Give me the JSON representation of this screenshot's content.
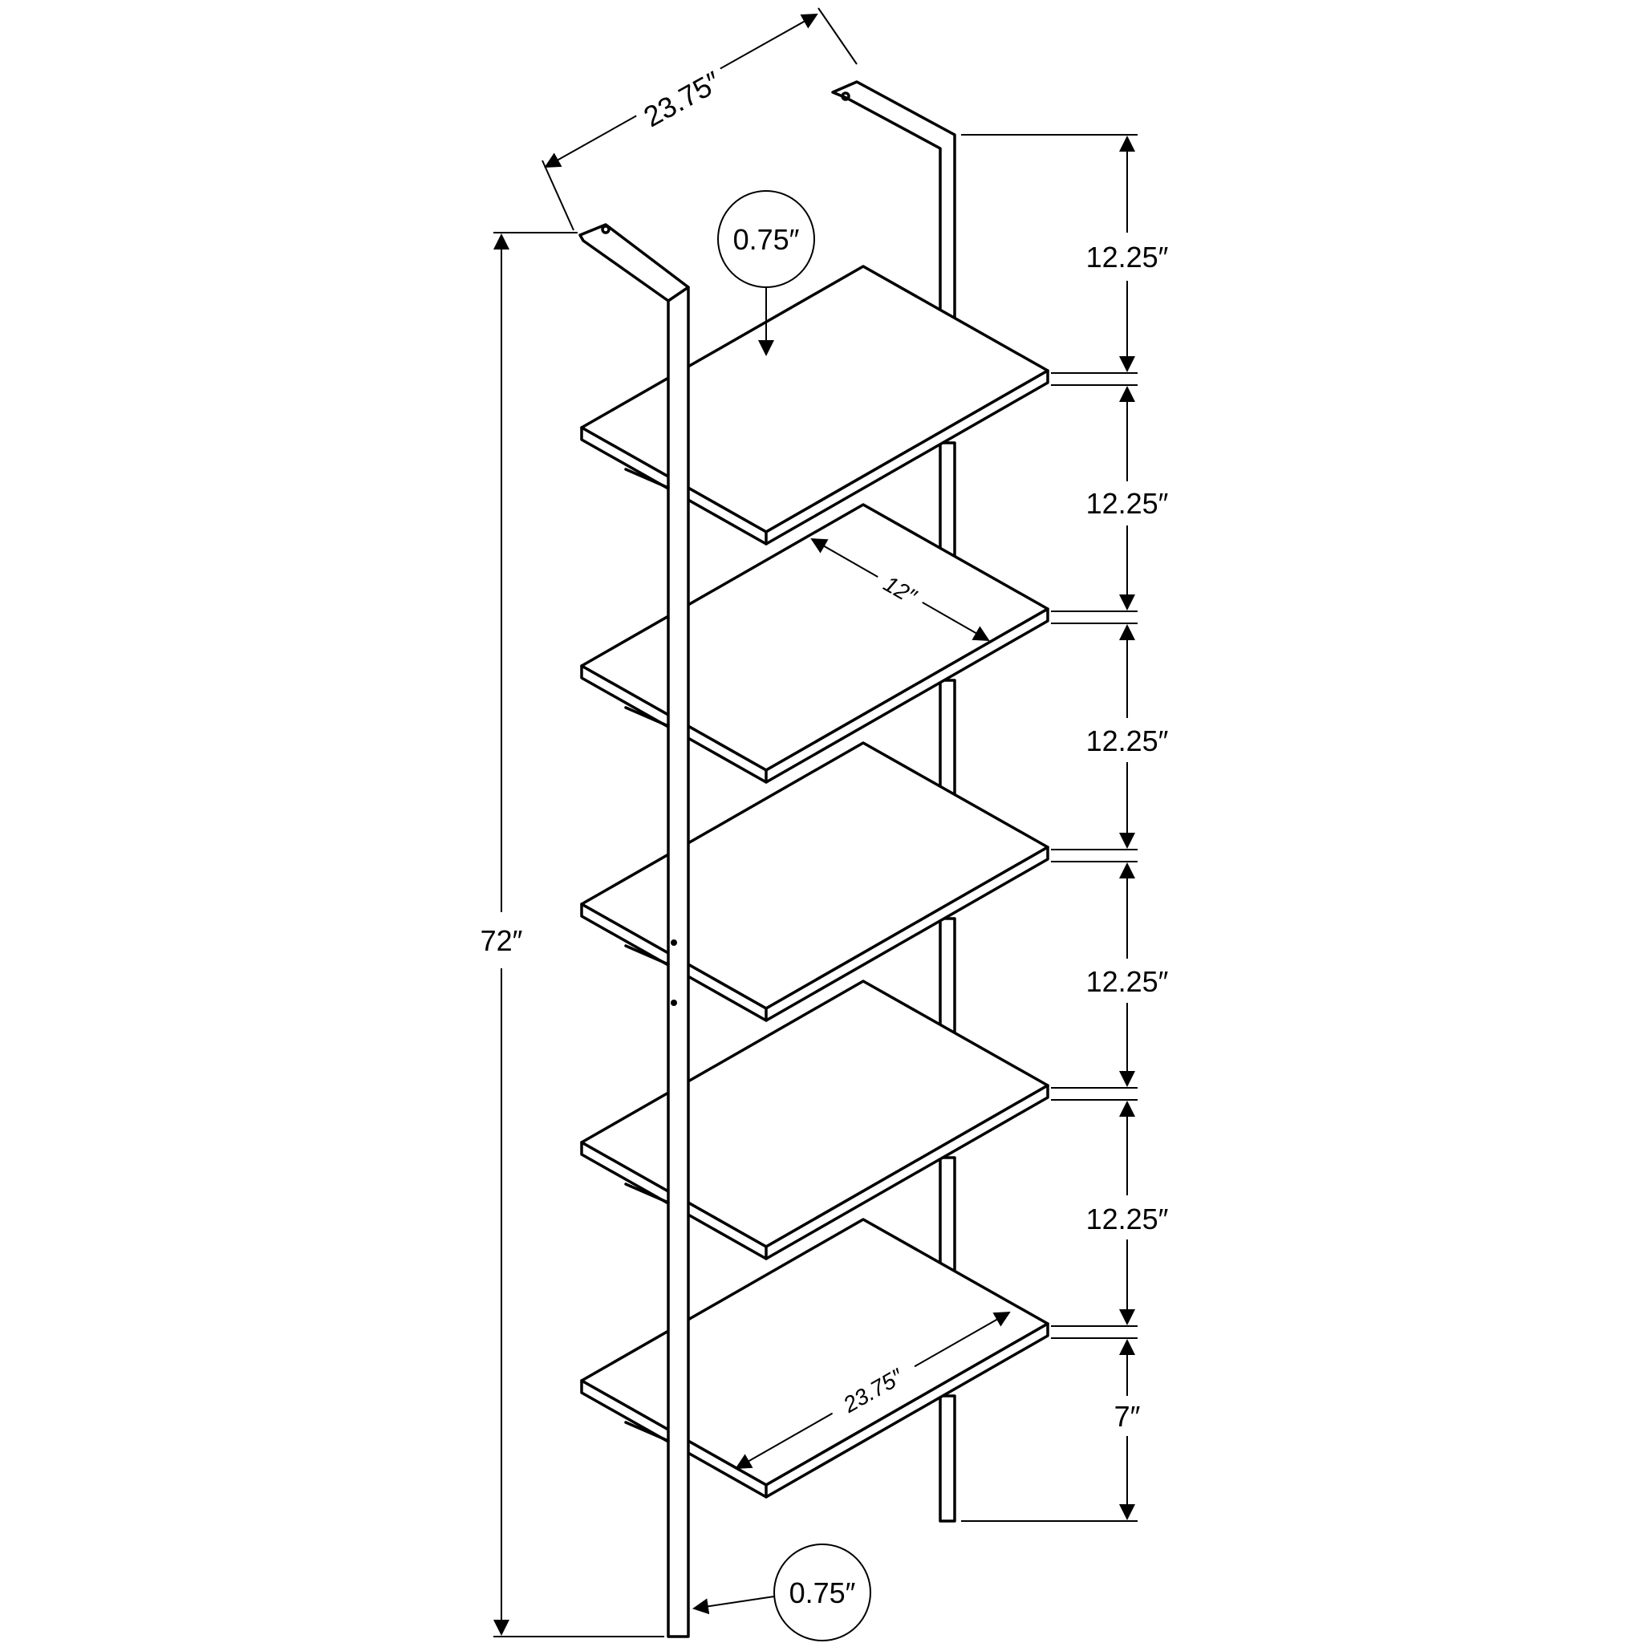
{
  "diagram": {
    "labels": {
      "top_width": "23.75″",
      "total_height": "72″",
      "shelf_thickness_top": "0.75″",
      "leg_thickness_bottom": "0.75″",
      "shelf_depth": "12″",
      "shelf_width": "23.75″",
      "spacings": [
        "12.25″",
        "12.25″",
        "12.25″",
        "12.25″",
        "12.25″",
        "7″"
      ]
    },
    "colors": {
      "line": "#000000",
      "background": "#ffffff"
    }
  }
}
